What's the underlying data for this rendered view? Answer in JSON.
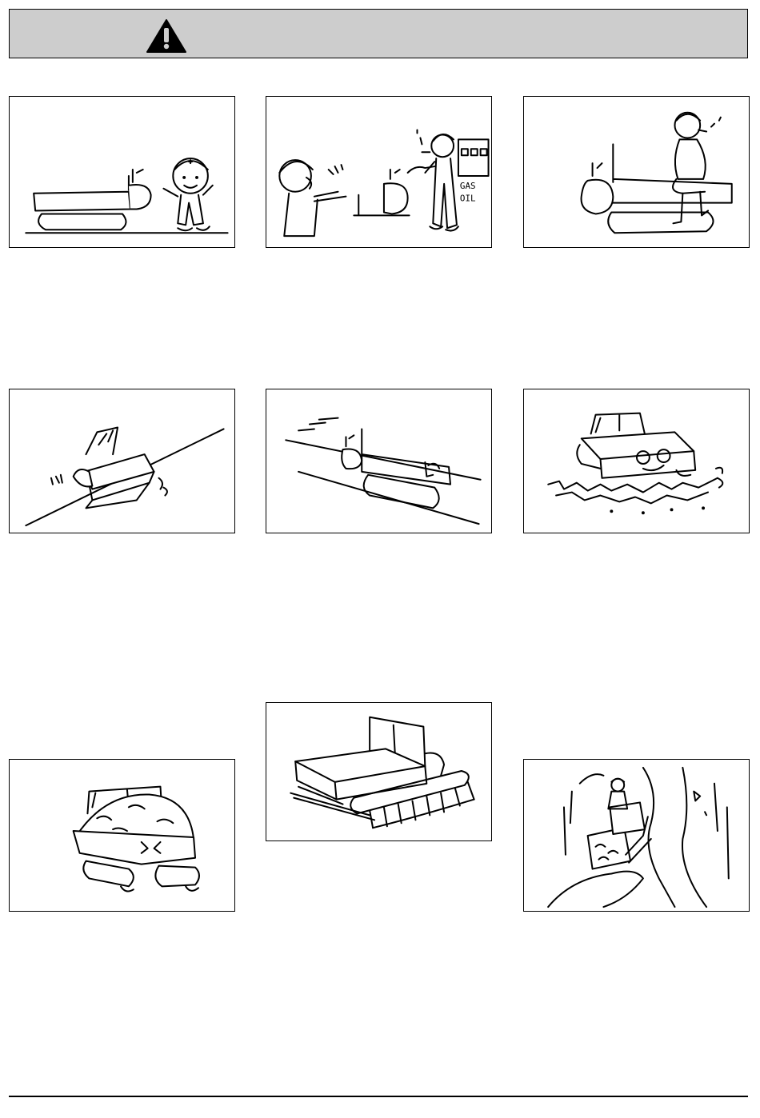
{
  "banner": {
    "icon": "warning-triangle-icon",
    "background": "#cdcdcd"
  },
  "panels": [
    {
      "icon": "safety-check-illustration"
    },
    {
      "icon": "no-smoking-refuel-illustration",
      "sign_line1": "GAS",
      "sign_line2": "OIL"
    },
    {
      "icon": "no-riding-illustration"
    },
    {
      "icon": "slope-tip-over-illustration"
    },
    {
      "icon": "speed-on-slope-illustration"
    },
    {
      "icon": "soft-ground-sinking-illustration"
    },
    {
      "icon": "overload-illustration"
    },
    {
      "icon": "track-crawler-illustration"
    },
    {
      "icon": "cliff-edge-illustration"
    }
  ]
}
